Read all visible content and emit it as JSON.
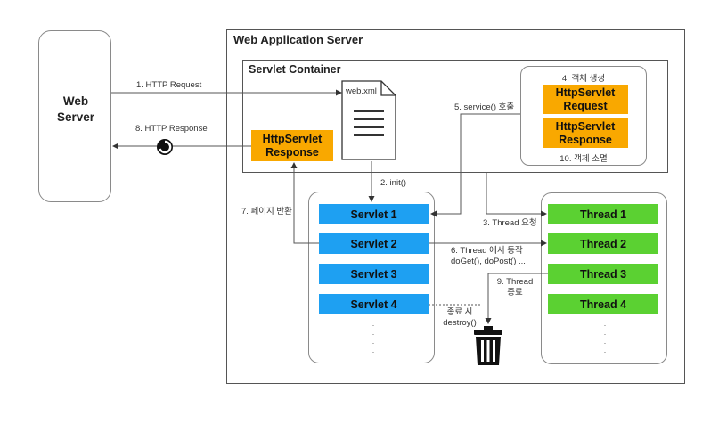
{
  "web_server": {
    "label_line1": "Web",
    "label_line2": "Server"
  },
  "was": {
    "title": "Web Application Server"
  },
  "container": {
    "title": "Servlet Container"
  },
  "file": {
    "name": "web.xml"
  },
  "objects": {
    "create_label": "4. 객체 생성",
    "request_line1": "HttpServlet",
    "request_line2": "Request",
    "response_line1": "HttpServlet",
    "response_line2": "Response",
    "destroy_label": "10. 객체 소멸"
  },
  "left_response": {
    "line1": "HttpServlet",
    "line2": "Response"
  },
  "servlets": [
    "Servlet 1",
    "Servlet 2",
    "Servlet 3",
    "Servlet 4"
  ],
  "threads": [
    "Thread 1",
    "Thread 2",
    "Thread 3",
    "Thread 4"
  ],
  "steps": {
    "s1": "1.  HTTP Request",
    "s2": "2. init()",
    "s3": "3. Thread 요청",
    "s5": "5. service() 호출",
    "s6_line1": "6. Thread 에서 동작",
    "s6_line2": "doGet(), doPost() ...",
    "s7": "7. 페이지 반환",
    "s8": "8. HTTP Response",
    "s9_line1": "9. Thread",
    "s9_line2": "종료",
    "end_line1": "종료 시",
    "end_line2": "destroy()"
  },
  "icons": [
    "document-icon",
    "refresh-icon",
    "trash-icon"
  ],
  "colors": {
    "servlet": "#1ea0f2",
    "thread": "#5bd132",
    "object": "#f9a800"
  }
}
